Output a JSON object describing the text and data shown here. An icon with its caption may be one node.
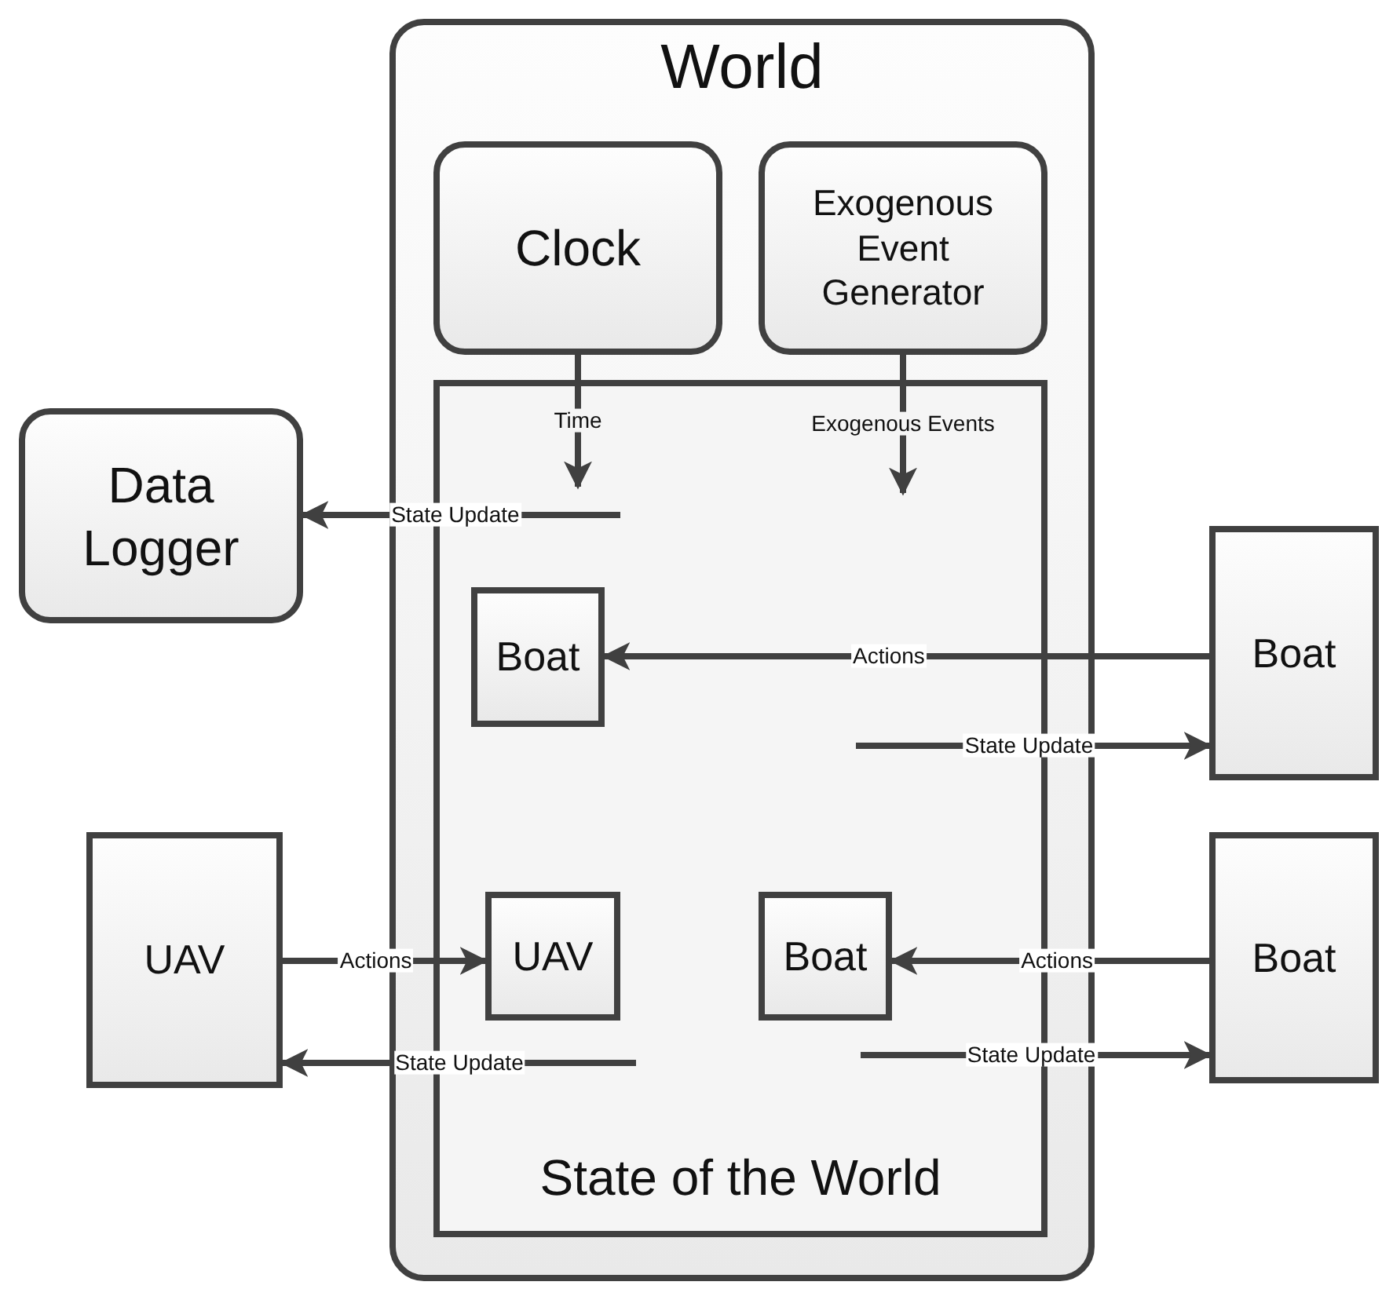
{
  "diagram": {
    "nodes": [
      {
        "text": [
          "World"
        ]
      },
      {
        "text": [
          "Clock"
        ],
        "in": 0
      },
      {
        "text": [
          "Exogenous Event Generator"
        ],
        "in": 0
      },
      {
        "text": [
          "State of the World"
        ],
        "in": 0
      },
      {
        "text": [
          "Data Logger"
        ]
      },
      {
        "text": [
          "Boat"
        ],
        "in": 3
      },
      {
        "text": [
          "Boat"
        ]
      },
      {
        "text": [
          "UAV"
        ]
      },
      {
        "text": [
          "UAV"
        ],
        "in": 3
      },
      {
        "text": [
          "Boat"
        ],
        "in": 3
      },
      {
        "text": [
          "Boat"
        ]
      }
    ],
    "edges": [
      {
        "from": 1,
        "to": null,
        "arrow": "to",
        "label": "Time"
      },
      {
        "from": 2,
        "to": null,
        "arrow": "to",
        "label": "Exogenous Events"
      },
      {
        "from": null,
        "to": 4,
        "arrow": "to",
        "label": "State Update"
      },
      {
        "from": 6,
        "to": 5,
        "arrow": "to",
        "label": "Actions"
      },
      {
        "from": null,
        "to": 6,
        "arrow": "to",
        "label": "State Update"
      },
      {
        "from": 7,
        "to": 8,
        "arrow": "to",
        "label": "Actions"
      },
      {
        "from": null,
        "to": 7,
        "arrow": "to",
        "label": "State Update"
      },
      {
        "from": 10,
        "to": 9,
        "arrow": "to",
        "label": "Actions"
      },
      {
        "from": null,
        "to": 10,
        "arrow": "to",
        "label": "State Update"
      }
    ]
  }
}
